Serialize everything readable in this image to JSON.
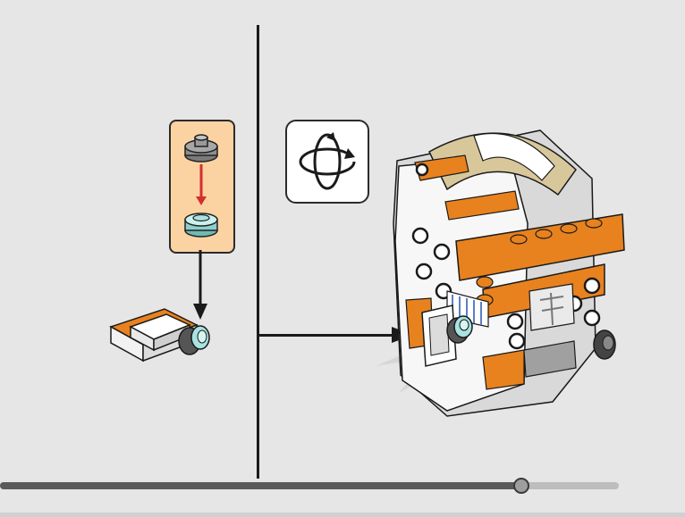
{
  "instruction_step": {
    "submodel_parts": [
      "gray-round-stud-piece",
      "transparent-light-blue-round-plate"
    ],
    "rotate_model": true
  },
  "progress": {
    "fraction": 0.843
  },
  "colors": {
    "background": "#e6e6e6",
    "submodel_box": "#fbd3a2",
    "accent_orange": "#e8821e",
    "tan": "#d8c79b",
    "connector_red": "#d32f2f",
    "light_blue": "#a9e3e0"
  }
}
